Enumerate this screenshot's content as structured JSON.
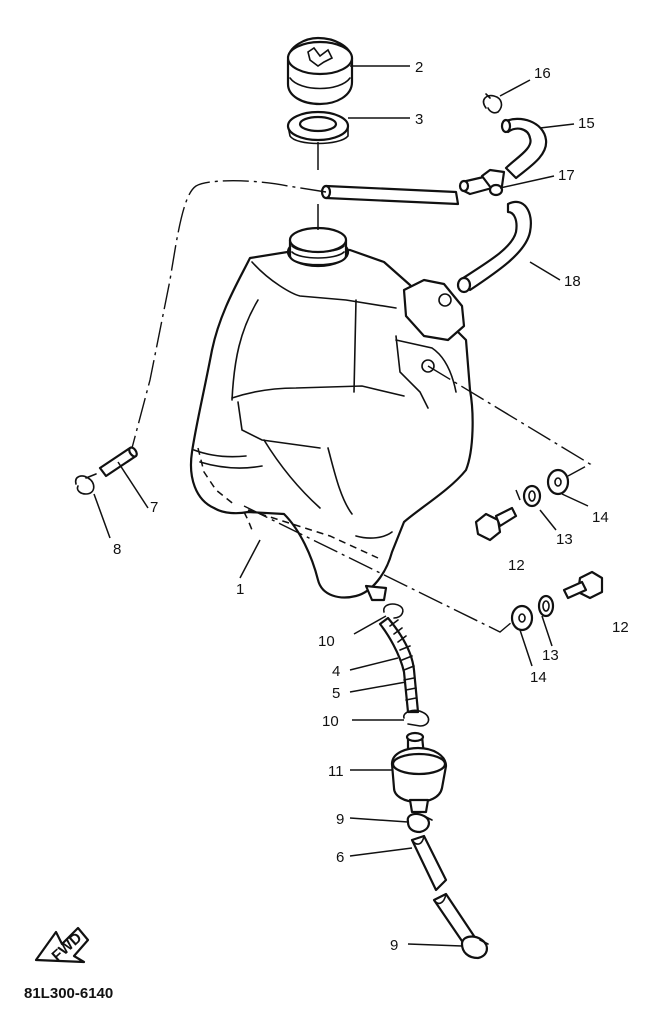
{
  "diagram": {
    "colors": {
      "ink": "#111111",
      "paper": "#ffffff"
    },
    "reference_code": "81L300-6140",
    "fwd_arrow_label": "FWD",
    "callouts": {
      "c1": "1",
      "c2": "2",
      "c3": "3",
      "c4": "4",
      "c5": "5",
      "c6": "6",
      "c7": "7",
      "c8": "8",
      "c9a": "9",
      "c9b": "9",
      "c10a": "10",
      "c10b": "10",
      "c11": "11",
      "c12a": "12",
      "c12b": "12",
      "c13a": "13",
      "c13b": "13",
      "c14a": "14",
      "c14b": "14",
      "c15": "15",
      "c16": "16",
      "c17": "17",
      "c18": "18"
    }
  }
}
